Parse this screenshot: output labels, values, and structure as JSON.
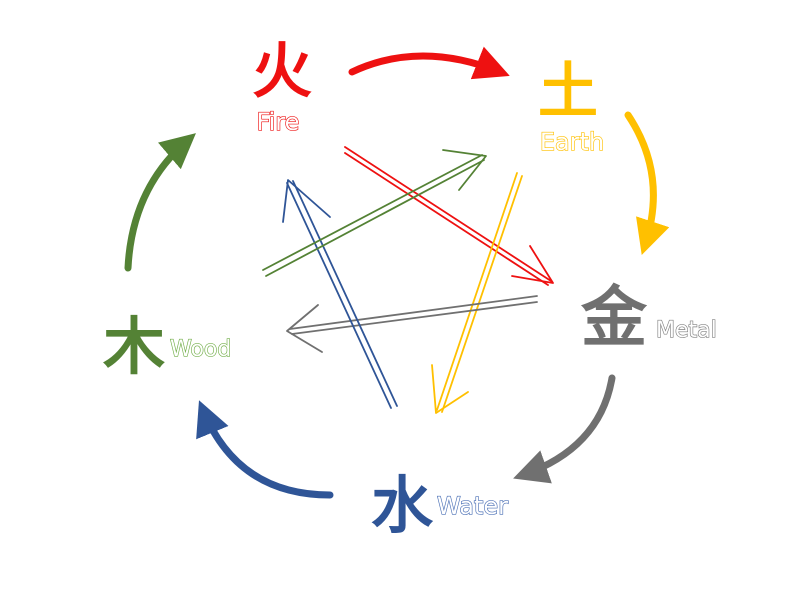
{
  "diagram": {
    "elements": [
      {
        "key": "fire",
        "char": "火",
        "label": "Fire",
        "color": "#ee1111"
      },
      {
        "key": "earth",
        "char": "土",
        "label": "Earth",
        "color": "#ffc000"
      },
      {
        "key": "metal",
        "char": "金",
        "label": "Metal",
        "color": "#707070"
      },
      {
        "key": "water",
        "char": "水",
        "label": "Water",
        "color": "#2f5597"
      },
      {
        "key": "wood",
        "char": "木",
        "label": "Wood",
        "color": "#548235"
      }
    ],
    "generating_cycle": [
      {
        "from": "fire",
        "to": "earth"
      },
      {
        "from": "earth",
        "to": "metal"
      },
      {
        "from": "metal",
        "to": "water"
      },
      {
        "from": "water",
        "to": "wood"
      },
      {
        "from": "wood",
        "to": "fire"
      }
    ],
    "overcoming_cycle": [
      {
        "from": "fire",
        "to": "metal"
      },
      {
        "from": "earth",
        "to": "water"
      },
      {
        "from": "metal",
        "to": "wood"
      },
      {
        "from": "water",
        "to": "fire"
      },
      {
        "from": "wood",
        "to": "earth"
      }
    ]
  }
}
